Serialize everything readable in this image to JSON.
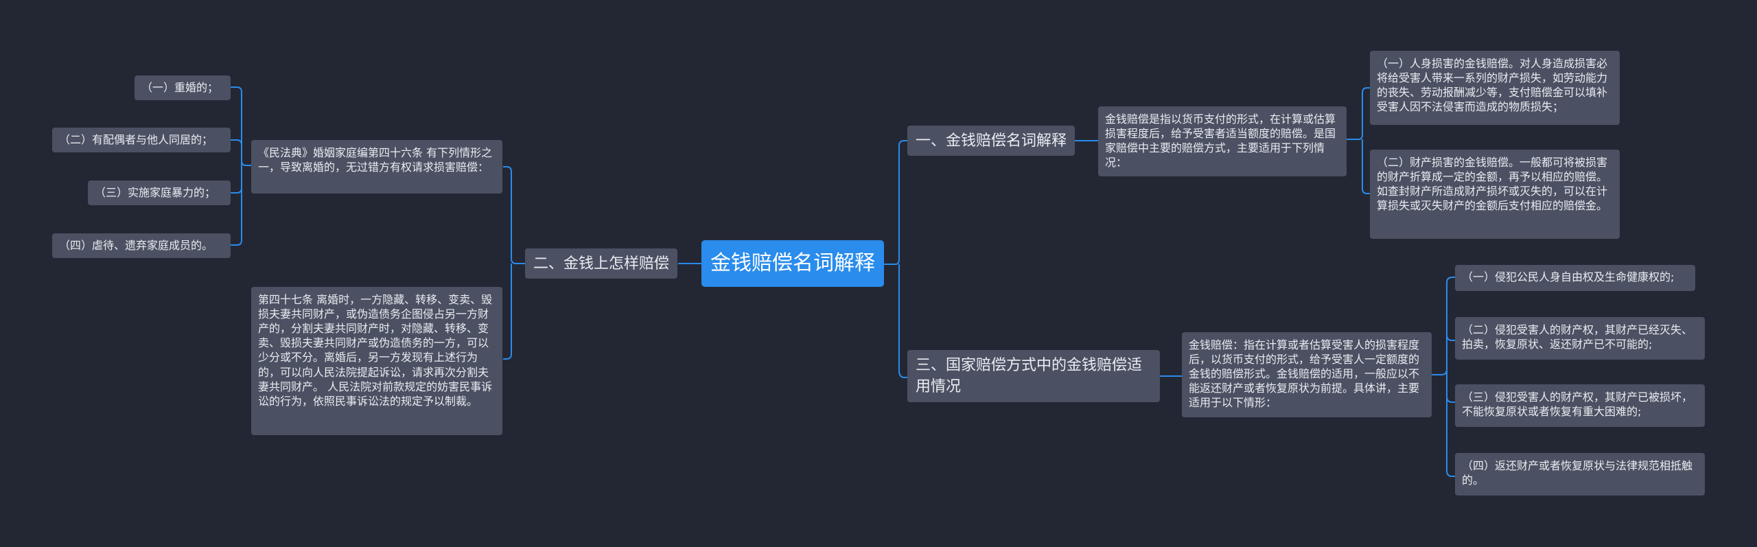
{
  "root": "金钱赔偿名词解释",
  "branch1": {
    "title": "一、金钱赔偿名词解释",
    "text": "金钱赔偿是指以货币支付的形式，在计算或估算损害程度后，给予受害者适当额度的赔偿。是国家赔偿中主要的赔偿方式，主要适用于下列情况：",
    "leaves": [
      "（一）人身损害的金钱赔偿。对人身造成损害必将给受害人带来一系列的财产损失，如劳动能力的丧失、劳动报酬减少等，支付赔偿金可以填补受害人因不法侵害而造成的物质损失；",
      "（二）财产损害的金钱赔偿。一般都可将被损害的财产折算成一定的金额，再予以相应的赔偿。如查封财产所造成财产损坏或灭失的，可以在计算损失或灭失财产的金额后支付相应的赔偿金。"
    ]
  },
  "branch2": {
    "title": "二、金钱上怎样赔偿",
    "text1": "《民法典》婚姻家庭编第四十六条 有下列情形之一，导致离婚的，无过错方有权请求损害赔偿：",
    "leaves": [
      "（一）重婚的；",
      "（二）有配偶者与他人同居的；",
      "（三）实施家庭暴力的；",
      "（四）虐待、遗弃家庭成员的。"
    ],
    "text2": "第四十七条 离婚时，一方隐藏、转移、变卖、毁损夫妻共同财产，或伪造债务企图侵占另一方财产的，分割夫妻共同财产时，对隐藏、转移、变卖、毁损夫妻共同财产或伪造债务的一方，可以少分或不分。离婚后，另一方发现有上述行为的，可以向人民法院提起诉讼，请求再次分割夫妻共同财产。 人民法院对前款规定的妨害民事诉讼的行为，依照民事诉讼法的规定予以制裁。"
  },
  "branch3": {
    "title": "三、国家赔偿方式中的金钱赔偿适用情况",
    "text": "金钱赔偿：指在计算或者估算受害人的损害程度后，以货币支付的形式，给予受害人一定额度的金钱的赔偿形式。金钱赔偿的适用，一般应以不能返还财产或者恢复原状为前提。具体讲，主要适用于以下情形：",
    "leaves": [
      "（一）侵犯公民人身自由权及生命健康权的;",
      "（二）侵犯受害人的财产权，其财产已经灭失、拍卖，恢复原状、返还财产已不可能的;",
      "（三）侵犯受害人的财产权，其财产已被损坏，不能恢复原状或者恢复有重大困难的;",
      "（四）返还财产或者恢复原状与法律规范相抵触的。"
    ]
  },
  "colors": {
    "background": "#232734",
    "root": "#2a8cec",
    "node": "#4b5162",
    "edge": "#2a8cec"
  }
}
